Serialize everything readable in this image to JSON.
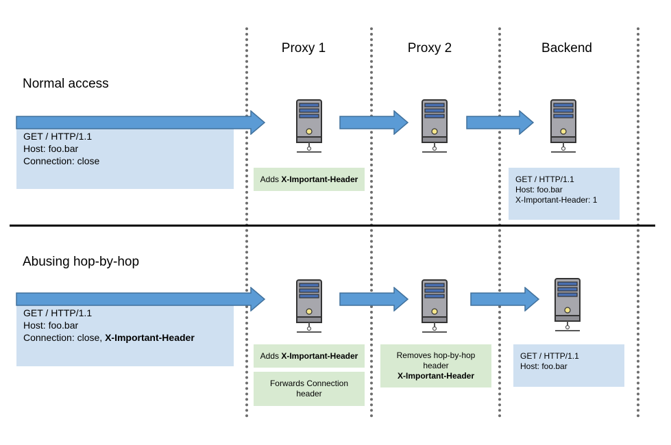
{
  "columns": {
    "proxy1": "Proxy 1",
    "proxy2": "Proxy 2",
    "backend": "Backend"
  },
  "sections": {
    "normal": {
      "title": "Normal access",
      "request": {
        "line1": "GET / HTTP/1.1",
        "line2": "Host: foo.bar",
        "line3": "Connection: close"
      },
      "proxy1_note": {
        "prefix": "Adds ",
        "bold": "X-Important-Header"
      },
      "backend_received": {
        "line1": "GET / HTTP/1.1",
        "line2": "Host: foo.bar",
        "line3": "X-Important-Header: 1"
      }
    },
    "abuse": {
      "title": "Abusing hop-by-hop",
      "request": {
        "line1": "GET / HTTP/1.1",
        "line2": "Host: foo.bar",
        "line3_prefix": "Connection: close, ",
        "line3_bold": "X-Important-Header"
      },
      "proxy1_note1": {
        "prefix": "Adds ",
        "bold": "X-Important-Header"
      },
      "proxy1_note2": {
        "line1": "Forwards Connection",
        "line2": "header"
      },
      "proxy2_note": {
        "line1": "Removes hop-by-hop",
        "line2": "header",
        "bold": "X-Important-Header"
      },
      "backend_received": {
        "line1": "GET / HTTP/1.1",
        "line2": "Host: foo.bar"
      }
    }
  },
  "colors": {
    "arrow_fill": "#5b9bd5",
    "arrow_stroke": "#41719c",
    "request_box": "#cfe0f1",
    "note_box": "#d8ead1",
    "server_body": "#a7a7ad",
    "server_slot": "#4a6fb0",
    "server_led": "#f3e58b"
  },
  "icons": {
    "server": "server-icon",
    "arrow": "right-arrow"
  }
}
